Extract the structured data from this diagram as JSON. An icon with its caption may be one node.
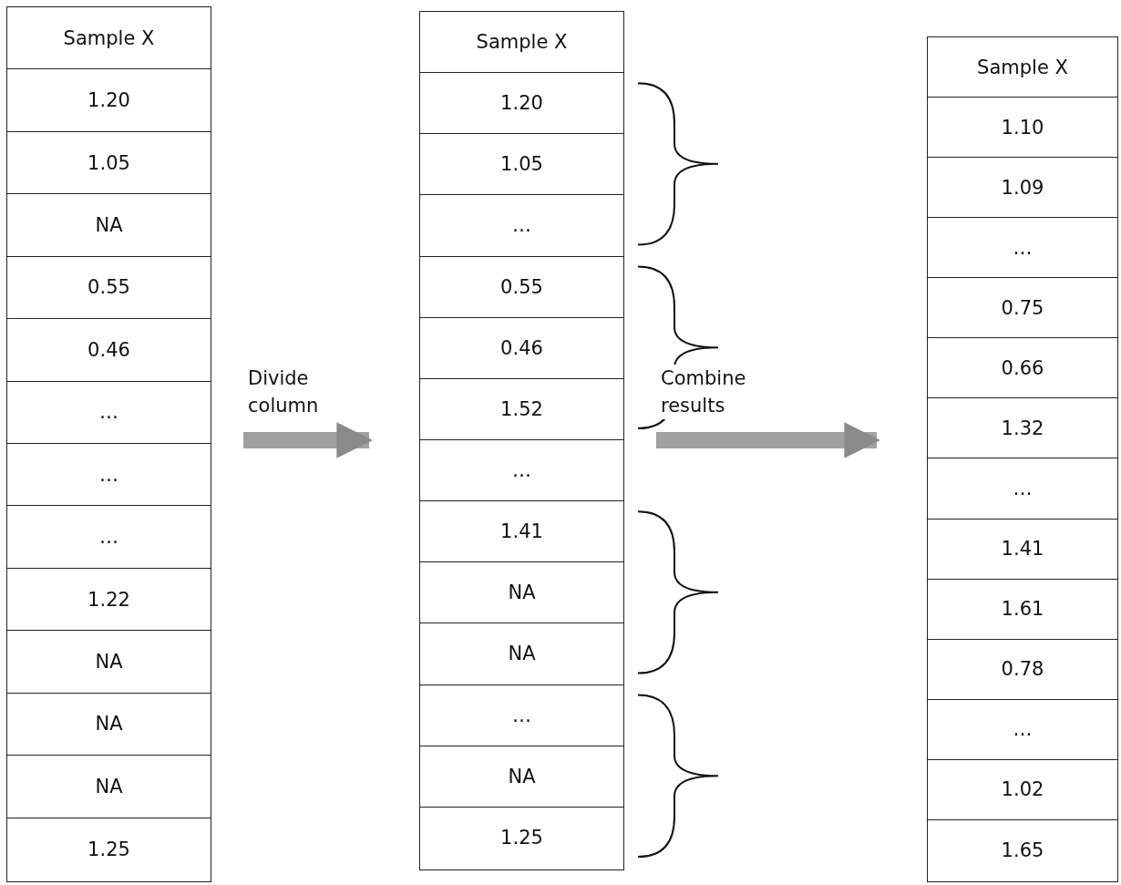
{
  "diagram": {
    "nodes": [
      {
        "text": [],
        "shape": "box"
      },
      {
        "text": [
          "Sample X"
        ],
        "in": 0
      },
      {
        "text": [
          "1.20"
        ],
        "in": 0
      },
      {
        "text": [
          "1.05"
        ],
        "in": 0
      },
      {
        "text": [
          "NA"
        ],
        "in": 0
      },
      {
        "text": [
          "0.55"
        ],
        "in": 0
      },
      {
        "text": [
          "0.46"
        ],
        "in": 0
      },
      {
        "text": [
          "…"
        ],
        "in": 0
      },
      {
        "text": [
          "…"
        ],
        "in": 0
      },
      {
        "text": [
          "…"
        ],
        "in": 0
      },
      {
        "text": [
          "1.22"
        ],
        "in": 0
      },
      {
        "text": [
          "NA"
        ],
        "in": 0
      },
      {
        "text": [
          "NA"
        ],
        "in": 0
      },
      {
        "text": [
          "NA"
        ],
        "in": 0
      },
      {
        "text": [
          "1.25"
        ],
        "in": 0
      },
      {
        "text": [],
        "shape": "box"
      },
      {
        "text": [
          "Sample X"
        ],
        "in": 15
      },
      {
        "text": [
          "1.20"
        ],
        "in": 15
      },
      {
        "text": [
          "1.05"
        ],
        "in": 15
      },
      {
        "text": [
          "…"
        ],
        "in": 15
      },
      {
        "text": [
          "0.55"
        ],
        "in": 15
      },
      {
        "text": [
          "0.46"
        ],
        "in": 15
      },
      {
        "text": [
          "1.52"
        ],
        "in": 15
      },
      {
        "text": [
          "…"
        ],
        "in": 15
      },
      {
        "text": [
          "1.41"
        ],
        "in": 15
      },
      {
        "text": [
          "NA"
        ],
        "in": 15
      },
      {
        "text": [
          "NA"
        ],
        "in": 15
      },
      {
        "text": [
          "…"
        ],
        "in": 15
      },
      {
        "text": [
          "NA"
        ],
        "in": 15
      },
      {
        "text": [
          "1.25"
        ],
        "in": 15
      },
      {
        "text": [],
        "shape": "box"
      },
      {
        "text": [
          "Sample X"
        ],
        "in": 30
      },
      {
        "text": [
          "1.10"
        ],
        "in": 30
      },
      {
        "text": [
          "1.09"
        ],
        "in": 30
      },
      {
        "text": [
          "…"
        ],
        "in": 30
      },
      {
        "text": [
          "0.75"
        ],
        "in": 30
      },
      {
        "text": [
          "0.66"
        ],
        "in": 30
      },
      {
        "text": [
          "1.32"
        ],
        "in": 30
      },
      {
        "text": [
          "…"
        ],
        "in": 30
      },
      {
        "text": [
          "1.41"
        ],
        "in": 30
      },
      {
        "text": [
          "1.61"
        ],
        "in": 30
      },
      {
        "text": [
          "0.78"
        ],
        "in": 30
      },
      {
        "text": [
          "…"
        ],
        "in": 30
      },
      {
        "text": [
          "1.02"
        ],
        "in": 30
      },
      {
        "text": [
          "1.65"
        ],
        "in": 30
      }
    ],
    "edges": [
      {
        "from": 0,
        "to": 15,
        "arrow": "to",
        "label": "Divide column"
      },
      {
        "from": 15,
        "to": 30,
        "arrow": "to",
        "label": "Combine results"
      }
    ]
  }
}
